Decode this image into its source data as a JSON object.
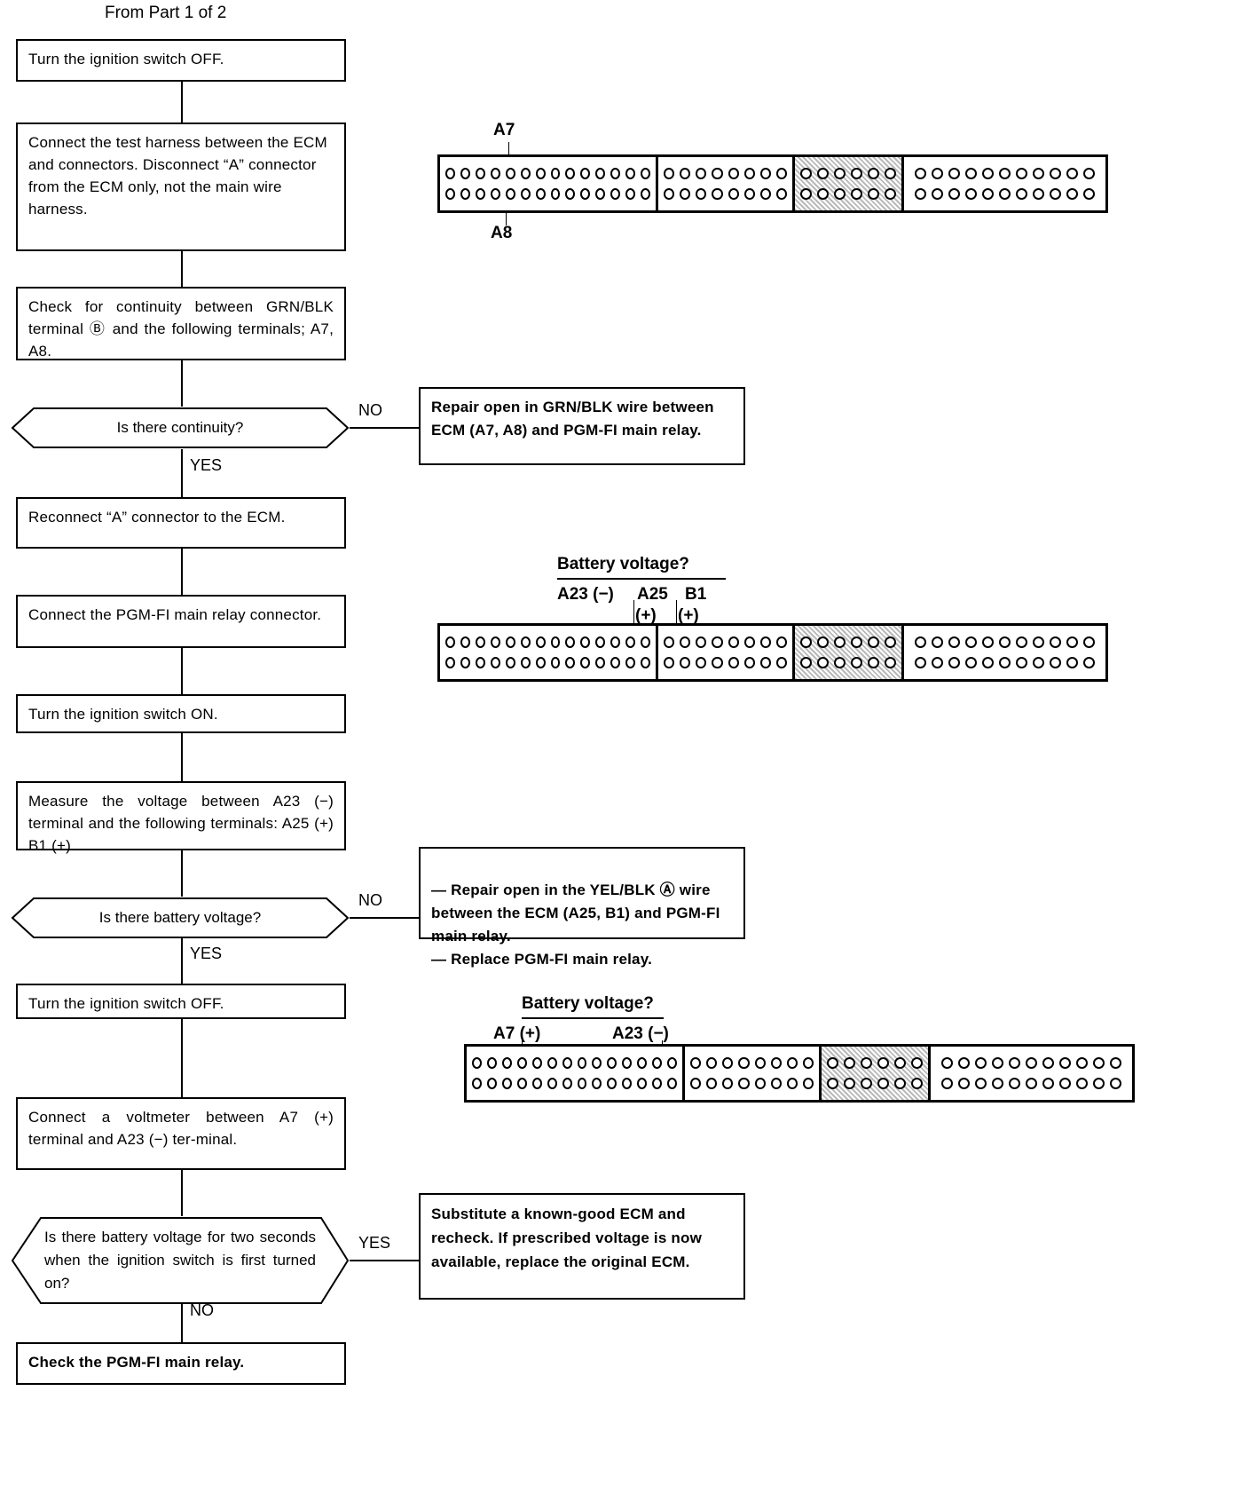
{
  "page": {
    "header": "From Part 1 of 2"
  },
  "steps": [
    {
      "id": "step-ignition-off-1",
      "text": "Turn the ignition switch OFF."
    },
    {
      "id": "step-connect-test-harness",
      "text": "Connect the test harness between the ECM and connectors. Disconnect “A” connector from the ECM only, not the main wire harness."
    },
    {
      "id": "step-check-continuity",
      "text": "Check for continuity between GRN/BLK terminal Ⓑ and the following terminals; A7, A8."
    },
    {
      "id": "step-reconnect-a-connector",
      "text": "Reconnect “A” connector to the ECM."
    },
    {
      "id": "step-connect-main-relay",
      "text": "Connect the PGM-FI main relay connector."
    },
    {
      "id": "step-ignition-on",
      "text": "Turn the ignition switch ON."
    },
    {
      "id": "step-measure-voltage",
      "text": "Measure the voltage between A23 (−) terminal and the following terminals: A25 (+) B1 (+)."
    },
    {
      "id": "step-ignition-off-2",
      "text": "Turn the ignition switch OFF."
    },
    {
      "id": "step-connect-voltmeter",
      "text": "Connect a voltmeter between A7 (+) terminal and A23 (−) ter-minal."
    },
    {
      "id": "step-check-main-relay",
      "text": "Check the PGM-FI main relay."
    }
  ],
  "decisions": [
    {
      "id": "decision-continuity",
      "text": "Is there continuity?",
      "branch_label": "NO",
      "yes_label": "YES"
    },
    {
      "id": "decision-battery-voltage",
      "text": "Is there battery voltage?",
      "branch_label": "NO",
      "yes_label": "YES"
    },
    {
      "id": "decision-two-seconds",
      "text": "Is there battery voltage for two seconds when the ignition switch is first turned on?",
      "branch_label": "YES",
      "yes_label": "NO"
    }
  ],
  "results": [
    {
      "id": "result-repair-grnblk",
      "text": "Repair open in GRN/BLK wire between ECM (A7, A8) and PGM-FI main relay."
    },
    {
      "id": "result-repair-yelblk",
      "text": "— Repair open in the YEL/BLK Ⓐ wire between the ECM (A25, B1) and PGM-FI main relay.\n— Replace PGM-FI main relay."
    },
    {
      "id": "result-substitute-ecm",
      "text": "Substitute a known-good ECM and recheck. If prescribed voltage is now available, replace the original ECM."
    }
  ],
  "connectors": [
    {
      "id": "connector-a7-a8",
      "callouts": [
        {
          "id": "callout-a7",
          "text": "A7"
        },
        {
          "id": "callout-a8",
          "text": "A8"
        }
      ],
      "segments": [
        {
          "pins": 14,
          "shaded": false
        },
        {
          "pins": 8,
          "shaded": false
        },
        {
          "pins": 6,
          "shaded": true
        },
        {
          "pins": 11,
          "shaded": false
        }
      ]
    },
    {
      "id": "connector-a23-a25-b1",
      "title": "Battery voltage?",
      "callouts": [
        {
          "id": "callout-a23",
          "text": "A23 (−)"
        },
        {
          "id": "callout-a25",
          "text": "A25"
        },
        {
          "id": "callout-b1",
          "text": "B1"
        },
        {
          "id": "callout-plus-1",
          "text": "(+)"
        },
        {
          "id": "callout-plus-2",
          "text": "(+)"
        }
      ],
      "segments": [
        {
          "pins": 14,
          "shaded": false
        },
        {
          "pins": 8,
          "shaded": false
        },
        {
          "pins": 6,
          "shaded": true
        },
        {
          "pins": 11,
          "shaded": false
        }
      ]
    },
    {
      "id": "connector-a7-a23",
      "title": "Battery voltage?",
      "callouts": [
        {
          "id": "callout-a7-plus",
          "text": "A7 (+)"
        },
        {
          "id": "callout-a23-minus",
          "text": "A23 (−)"
        }
      ],
      "segments": [
        {
          "pins": 14,
          "shaded": false
        },
        {
          "pins": 8,
          "shaded": false
        },
        {
          "pins": 6,
          "shaded": true
        },
        {
          "pins": 11,
          "shaded": false
        }
      ]
    }
  ]
}
